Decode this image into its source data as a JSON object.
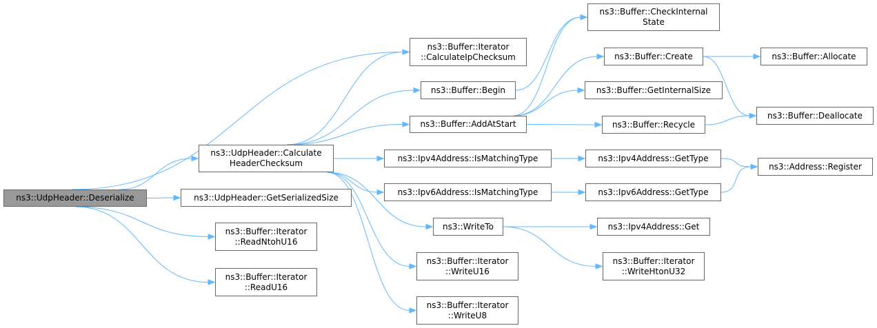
{
  "colors": {
    "edge": "#63b8ff",
    "node_border": "#666666",
    "root_fill": "#999999",
    "node_fill": "#ffffff"
  },
  "nodes": {
    "deserialize": {
      "lines": [
        "ns3::UdpHeader::Deserialize"
      ]
    },
    "calc_header_checksum": {
      "lines": [
        "ns3::UdpHeader::Calculate",
        "HeaderChecksum"
      ]
    },
    "get_serialized_size": {
      "lines": [
        "ns3::UdpHeader::GetSerializedSize"
      ]
    },
    "read_ntoh_u16": {
      "lines": [
        "ns3::Buffer::Iterator",
        "::ReadNtohU16"
      ]
    },
    "read_u16": {
      "lines": [
        "ns3::Buffer::Iterator",
        "::ReadU16"
      ]
    },
    "calc_ip_checksum": {
      "lines": [
        "ns3::Buffer::Iterator",
        "::CalculateIpChecksum"
      ]
    },
    "buffer_begin": {
      "lines": [
        "ns3::Buffer::Begin"
      ]
    },
    "add_at_start": {
      "lines": [
        "ns3::Buffer::AddAtStart"
      ]
    },
    "ipv4_is_matching": {
      "lines": [
        "ns3::Ipv4Address::IsMatchingType"
      ]
    },
    "ipv6_is_matching": {
      "lines": [
        "ns3::Ipv6Address::IsMatchingType"
      ]
    },
    "write_to": {
      "lines": [
        "ns3::WriteTo"
      ]
    },
    "write_u16": {
      "lines": [
        "ns3::Buffer::Iterator",
        "::WriteU16"
      ]
    },
    "write_u8": {
      "lines": [
        "ns3::Buffer::Iterator",
        "::WriteU8"
      ]
    },
    "check_internal": {
      "lines": [
        "ns3::Buffer::CheckInternal",
        "State"
      ]
    },
    "buffer_create": {
      "lines": [
        "ns3::Buffer::Create"
      ]
    },
    "get_internal_size": {
      "lines": [
        "ns3::Buffer::GetInternalSize"
      ]
    },
    "recycle": {
      "lines": [
        "ns3::Buffer::Recycle"
      ]
    },
    "ipv4_get_type": {
      "lines": [
        "ns3::Ipv4Address::GetType"
      ]
    },
    "ipv6_get_type": {
      "lines": [
        "ns3::Ipv6Address::GetType"
      ]
    },
    "ipv4_get": {
      "lines": [
        "ns3::Ipv4Address::Get"
      ]
    },
    "write_hton_u32": {
      "lines": [
        "ns3::Buffer::Iterator",
        "::WriteHtonU32"
      ]
    },
    "allocate": {
      "lines": [
        "ns3::Buffer::Allocate"
      ]
    },
    "deallocate": {
      "lines": [
        "ns3::Buffer::Deallocate"
      ]
    },
    "register": {
      "lines": [
        "ns3::Address::Register"
      ]
    }
  },
  "edges": [
    [
      "deserialize",
      "calc_ip_checksum"
    ],
    [
      "deserialize",
      "calc_header_checksum"
    ],
    [
      "deserialize",
      "get_serialized_size"
    ],
    [
      "deserialize",
      "read_ntoh_u16"
    ],
    [
      "deserialize",
      "read_u16"
    ],
    [
      "calc_header_checksum",
      "calc_ip_checksum"
    ],
    [
      "calc_header_checksum",
      "buffer_begin"
    ],
    [
      "calc_header_checksum",
      "add_at_start"
    ],
    [
      "calc_header_checksum",
      "ipv4_is_matching"
    ],
    [
      "calc_header_checksum",
      "ipv6_is_matching"
    ],
    [
      "calc_header_checksum",
      "write_to"
    ],
    [
      "calc_header_checksum",
      "write_u16"
    ],
    [
      "calc_header_checksum",
      "write_u8"
    ],
    [
      "buffer_begin",
      "check_internal"
    ],
    [
      "add_at_start",
      "check_internal"
    ],
    [
      "add_at_start",
      "buffer_create"
    ],
    [
      "add_at_start",
      "get_internal_size"
    ],
    [
      "add_at_start",
      "recycle"
    ],
    [
      "buffer_create",
      "allocate"
    ],
    [
      "buffer_create",
      "deallocate"
    ],
    [
      "recycle",
      "deallocate"
    ],
    [
      "ipv4_is_matching",
      "ipv4_get_type"
    ],
    [
      "ipv6_is_matching",
      "ipv6_get_type"
    ],
    [
      "ipv4_get_type",
      "register"
    ],
    [
      "ipv6_get_type",
      "register"
    ],
    [
      "write_to",
      "ipv4_get"
    ],
    [
      "write_to",
      "write_hton_u32"
    ]
  ]
}
